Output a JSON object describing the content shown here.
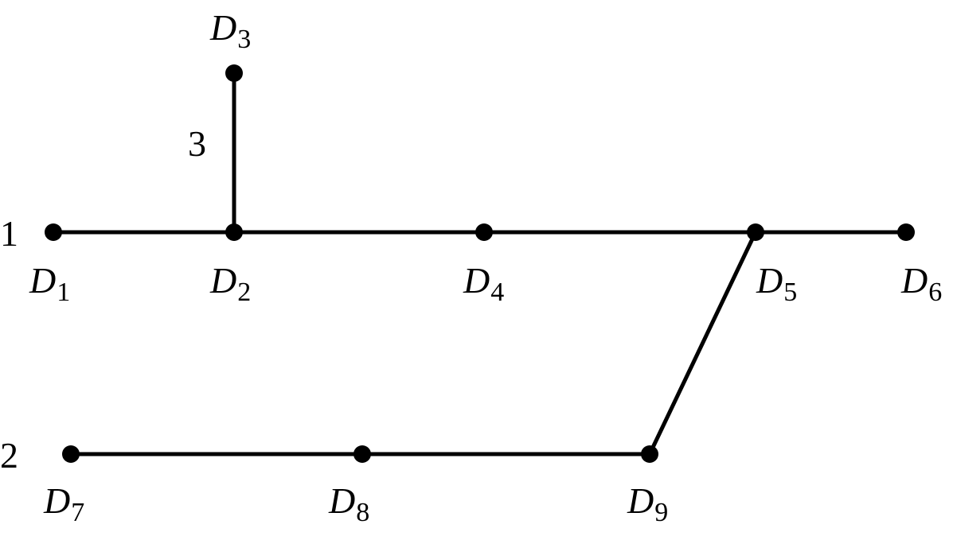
{
  "line_labels": {
    "line1": "1",
    "line2": "2",
    "line3": "3"
  },
  "nodes": {
    "d1": {
      "letter": "D",
      "sub": "1"
    },
    "d2": {
      "letter": "D",
      "sub": "2"
    },
    "d3": {
      "letter": "D",
      "sub": "3"
    },
    "d4": {
      "letter": "D",
      "sub": "4"
    },
    "d5": {
      "letter": "D",
      "sub": "5"
    },
    "d6": {
      "letter": "D",
      "sub": "6"
    },
    "d7": {
      "letter": "D",
      "sub": "7"
    },
    "d8": {
      "letter": "D",
      "sub": "8"
    },
    "d9": {
      "letter": "D",
      "sub": "9"
    }
  },
  "edges": [
    [
      "d1",
      "d2"
    ],
    [
      "d2",
      "d4"
    ],
    [
      "d4",
      "d5"
    ],
    [
      "d5",
      "d6"
    ],
    [
      "d2",
      "d3"
    ],
    [
      "d5",
      "d9"
    ],
    [
      "d7",
      "d8"
    ],
    [
      "d8",
      "d9"
    ]
  ]
}
